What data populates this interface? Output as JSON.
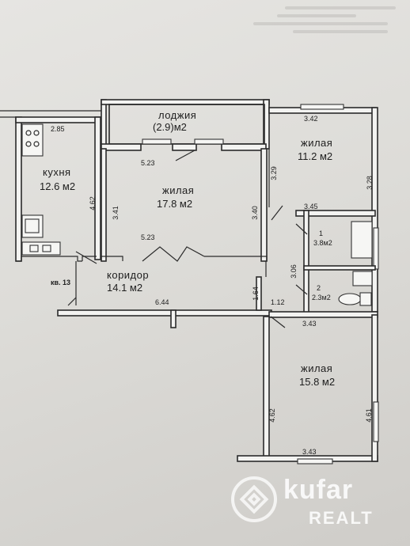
{
  "rooms": {
    "loggia": {
      "name": "лоджия",
      "area": "(2.9)м2"
    },
    "kitchen": {
      "name": "кухня",
      "area": "12.6 м2"
    },
    "living_center": {
      "name": "жилая",
      "area": "17.8 м2"
    },
    "living_top_right": {
      "name": "жилая",
      "area": "11.2 м2"
    },
    "living_bottom_right": {
      "name": "жилая",
      "area": "15.8 м2"
    },
    "corridor": {
      "name": "коридор",
      "area": "14.1 м2"
    },
    "bath1": {
      "name": "1",
      "area": "3.8м2"
    },
    "bath2": {
      "name": "2",
      "area": "2.3м2"
    }
  },
  "dimensions": {
    "kitchen_top": "2.85",
    "kitchen_side": "4.62",
    "living_center_top": "5.23",
    "living_center_left": "3.41",
    "living_center_right": "3.40",
    "living_center_bottom": "5.23",
    "living_tr_top": "3.42",
    "living_tr_left": "3.29",
    "living_tr_right": "3.28",
    "living_tr_bottom": "3.45",
    "bath_height": "3.06",
    "corridor_length": "6.44",
    "corridor_side": "1.64",
    "corridor_nook": "1.12",
    "living_br_top": "3.43",
    "living_br_left": "4.62",
    "living_br_right": "4.61",
    "living_br_bottom": "3.43"
  },
  "apartment_label": "кв. 13",
  "watermark": {
    "brand": "kufar",
    "sub": "REALT"
  }
}
